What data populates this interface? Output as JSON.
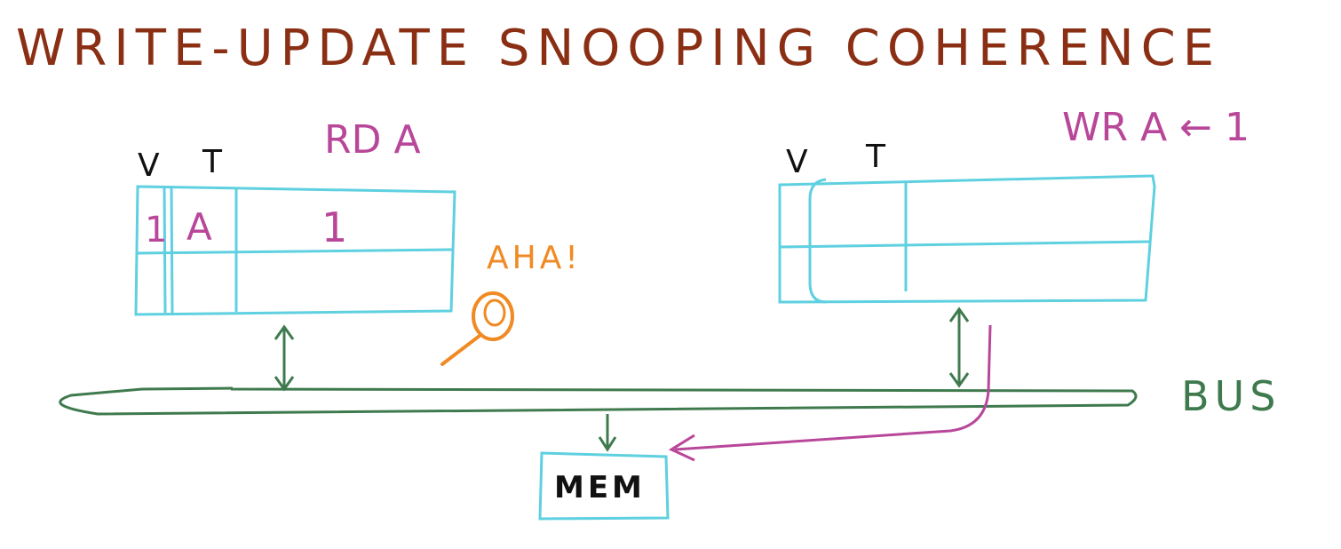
{
  "title": "WRITE-UPDATE  SNOOPING  COHERENCE",
  "colors": {
    "title": "#8b2f14",
    "cache_outline": "#5fd0e0",
    "bus": "#3f7a4e",
    "magenta": "#b8479a",
    "orange": "#f08a24",
    "black": "#111111"
  },
  "left_cache": {
    "op_label": "RD  A",
    "v_header": "V",
    "t_header": "T",
    "row1": {
      "valid": "1",
      "tag": "A",
      "data": "1"
    }
  },
  "right_cache": {
    "op_label": "WR  A ← 1",
    "v_header": "V",
    "t_header": "T"
  },
  "aha_label": "AHA!",
  "bus_label": "BUS",
  "memory_label": "MEM",
  "icons": {
    "snoop": "magnifying-glass-icon"
  }
}
